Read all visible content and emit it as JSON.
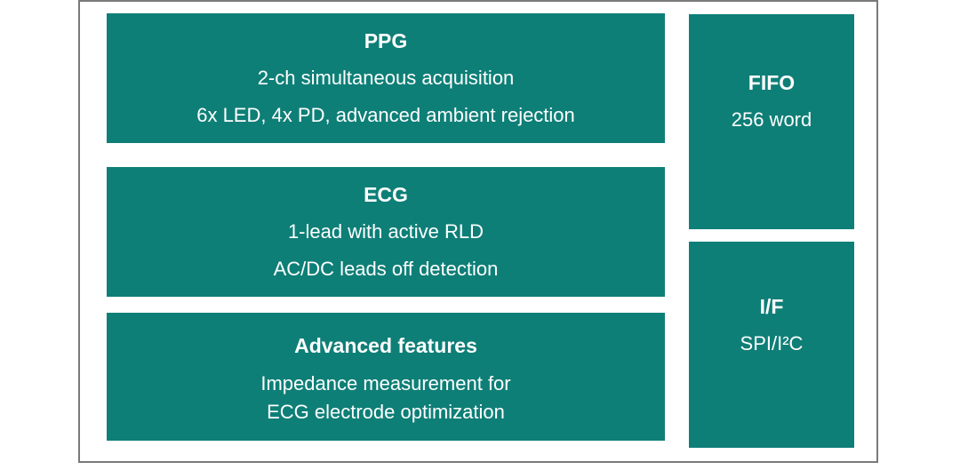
{
  "diagram": {
    "description": "Sensor chip feature block diagram",
    "colors": {
      "block_fill": "#0e7f77",
      "block_text": "#ffffff",
      "frame_border": "#7a7a7a",
      "background": "#ffffff"
    },
    "blocks": [
      {
        "id": "ppg",
        "title": "PPG",
        "lines": [
          "2-ch simultaneous acquisition",
          "6x LED, 4x PD, advanced ambient rejection"
        ]
      },
      {
        "id": "ecg",
        "title": "ECG",
        "lines": [
          "1-lead with active RLD",
          "AC/DC leads off detection"
        ]
      },
      {
        "id": "advanced-features",
        "title": "Advanced features",
        "lines": [
          "Impedance measurement for",
          "ECG electrode optimization"
        ]
      },
      {
        "id": "fifo",
        "title": "FIFO",
        "lines": [
          "256 word"
        ]
      },
      {
        "id": "interface",
        "title": "I/F",
        "lines": [
          "SPI/I²C"
        ]
      }
    ]
  }
}
